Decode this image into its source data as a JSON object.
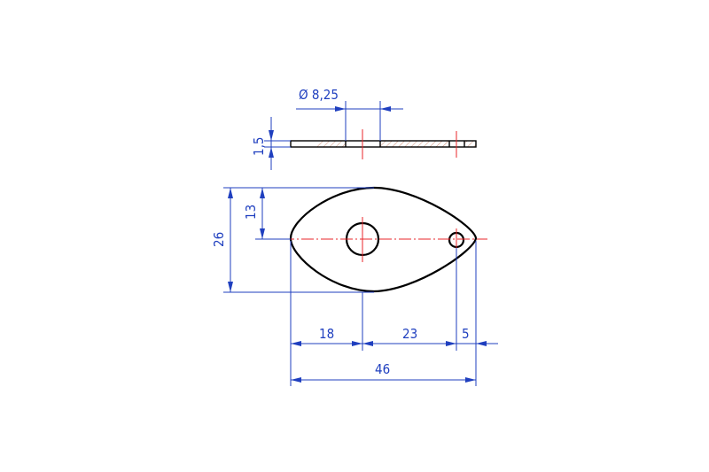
{
  "drawing": {
    "colors": {
      "dimension": "#1f3fbf",
      "outline": "#000000",
      "centerline": "#e8262a",
      "hatch": "#c07050",
      "background": "#ffffff"
    },
    "dimensions": {
      "hole_diameter": "Ø 8,25",
      "thickness": "1,5",
      "half_height": "13",
      "total_height": "26",
      "left_to_center": "18",
      "center_to_small_hole": "23",
      "small_hole_to_edge": "5",
      "total_length": "46"
    }
  }
}
